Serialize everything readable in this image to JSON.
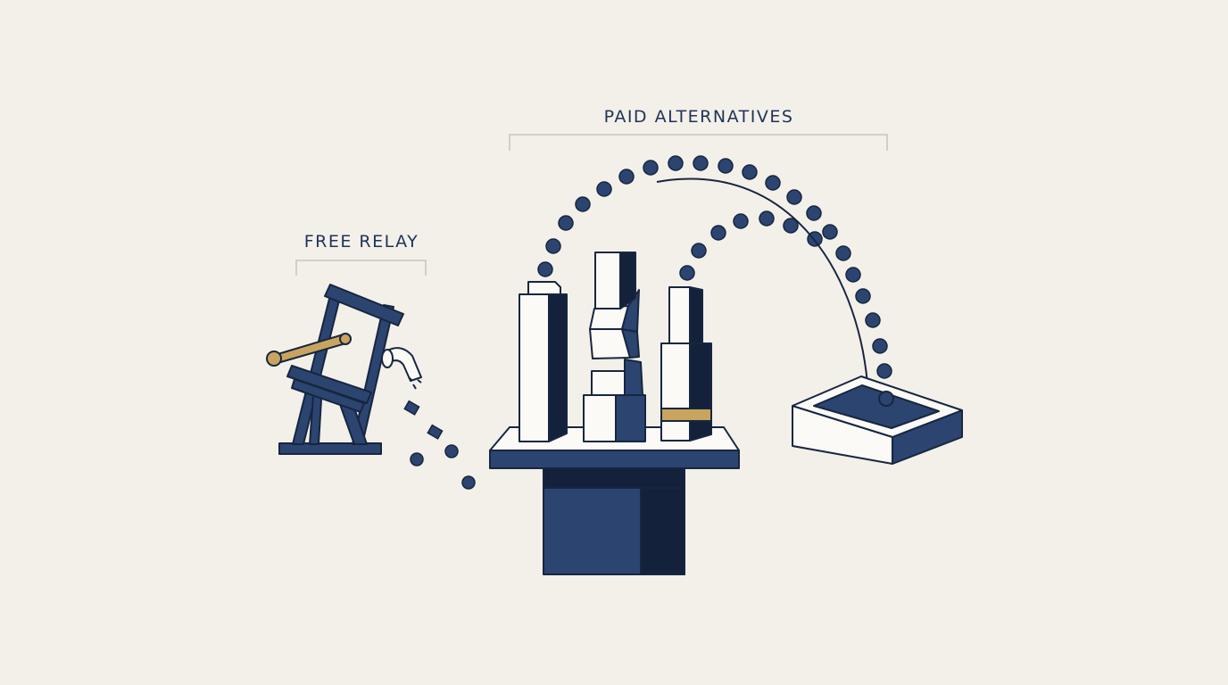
{
  "labels": {
    "free": "FREE RELAY",
    "paid": "PAID ALTERNATIVES"
  },
  "colors": {
    "background": "#f3f0e9",
    "navy": "#2c4470",
    "navy_dark": "#14213a",
    "outline": "#172640",
    "gold": "#c9a45e",
    "white": "#fbfaf6",
    "bracket": "#c9c6bd"
  },
  "icons": {
    "free": "broken-scaffold-with-leaking-pipe",
    "paid": "pedestal-with-three-towers",
    "target": "open-basin"
  }
}
